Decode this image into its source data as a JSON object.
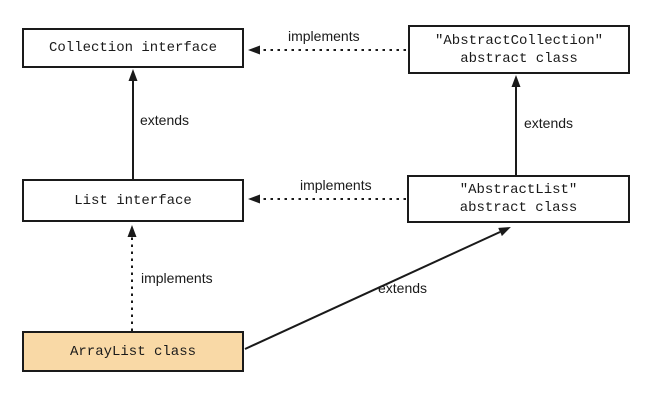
{
  "colors": {
    "background": "#ffffff",
    "node_fill": "#ffffff",
    "node_border": "#1a1a1a",
    "arraylist_fill": "#F9D9A6",
    "line_color": "#1a1a1a"
  },
  "nodes": {
    "collection_interface": {
      "label": "Collection interface"
    },
    "abstract_collection": {
      "line1": "\"AbstractCollection\"",
      "line2": "abstract class"
    },
    "list_interface": {
      "label": "List interface"
    },
    "abstract_list": {
      "line1": "\"AbstractList\"",
      "line2": "abstract class"
    },
    "arraylist": {
      "label": "ArrayList class"
    }
  },
  "edges": {
    "list_extends_collection": {
      "label": "extends",
      "line_style": "solid"
    },
    "abstractcollection_implements_collection": {
      "label": "implements",
      "line_style": "dotted"
    },
    "abstractlist_extends_abstractcollection": {
      "label": "extends",
      "line_style": "solid"
    },
    "abstractlist_implements_list": {
      "label": "implements",
      "line_style": "dotted"
    },
    "arraylist_implements_list": {
      "label": "implements",
      "line_style": "dotted"
    },
    "arraylist_extends_abstractlist": {
      "label": "extends",
      "line_style": "solid"
    }
  }
}
